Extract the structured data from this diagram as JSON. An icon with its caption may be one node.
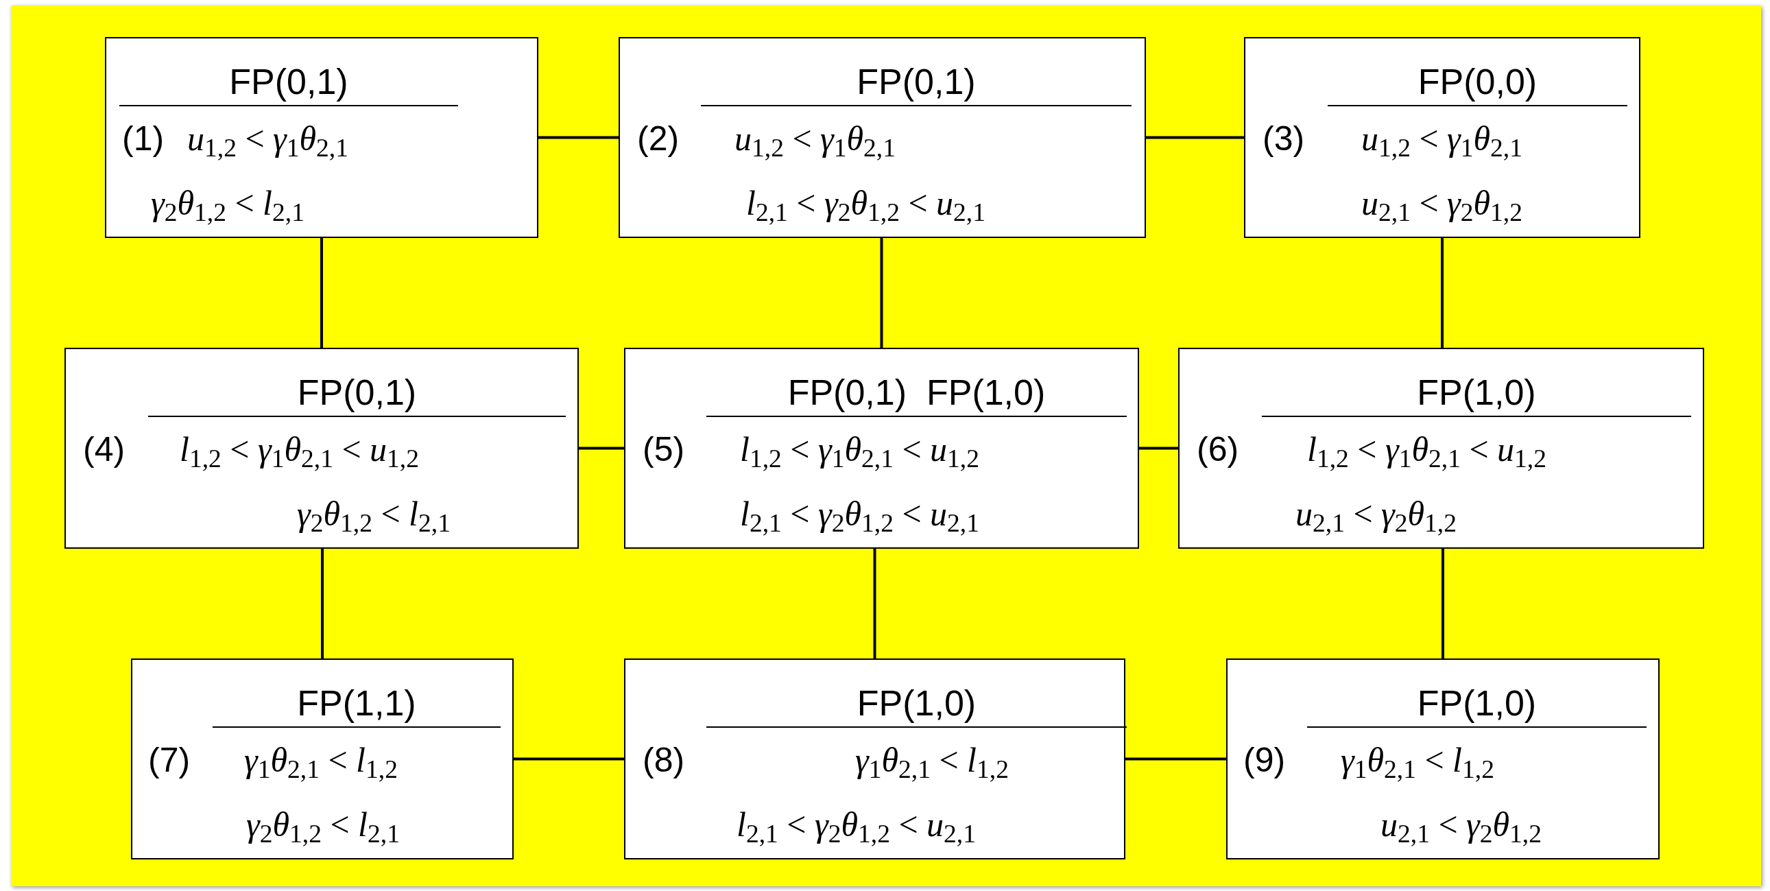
{
  "diagram": {
    "nodes": [
      {
        "text": [
          "(1)",
          "FP(0,1)",
          "*u*$_{1,2}$ < *γ*$_{1}$*θ*$_{2,1}$",
          "*γ*$_{2}$*θ*$_{1,2}$ < *l*$_{2,1}$"
        ]
      },
      {
        "text": [
          "(2)",
          "FP(0,1)",
          "*u*$_{1,2}$ < *γ*$_{1}$*θ*$_{2,1}$",
          "*l*$_{2,1}$ < *γ*$_{2}$*θ*$_{1,2}$ < *u*$_{2,1}$"
        ]
      },
      {
        "text": [
          "(3)",
          "FP(0,0)",
          "*u*$_{1,2}$ < *γ*$_{1}$*θ*$_{2,1}$",
          "*u*$_{2,1}$ < *γ*$_{2}$*θ*$_{1,2}$"
        ]
      },
      {
        "text": [
          "(4)",
          "FP(0,1)",
          "*l*$_{1,2}$ < *γ*$_{1}$*θ*$_{2,1}$ < *u*$_{1,2}$",
          "*γ*$_{2}$*θ*$_{1,2}$ < *l*$_{2,1}$"
        ]
      },
      {
        "text": [
          "(5)",
          "FP(0,1)  FP(1,0)",
          "*l*$_{1,2}$ < *γ*$_{1}$*θ*$_{2,1}$ < *u*$_{1,2}$",
          "*l*$_{2,1}$ < *γ*$_{2}$*θ*$_{1,2}$ < *u*$_{2,1}$"
        ]
      },
      {
        "text": [
          "(6)",
          "FP(1,0)",
          "*l*$_{1,2}$ < *γ*$_{1}$*θ*$_{2,1}$ < *u*$_{1,2}$",
          "*u*$_{2,1}$ < *γ*$_{2}$*θ*$_{1,2}$"
        ]
      },
      {
        "text": [
          "(7)",
          "FP(1,1)",
          "*γ*$_{1}$*θ*$_{2,1}$ < *l*$_{1,2}$",
          "*γ*$_{2}$*θ*$_{1,2}$ < *l*$_{2,1}$"
        ]
      },
      {
        "text": [
          "(8)",
          "FP(1,0)",
          "*γ*$_{1}$*θ*$_{2,1}$ < *l*$_{1,2}$",
          "*l*$_{2,1}$ < *γ*$_{2}$*θ*$_{1,2}$ < *u*$_{2,1}$"
        ]
      },
      {
        "text": [
          "(9)",
          "FP(1,0)",
          "*γ*$_{1}$*θ*$_{2,1}$ < *l*$_{1,2}$",
          "*u*$_{2,1}$ < *γ*$_{2}$*θ*$_{1,2}$"
        ]
      }
    ],
    "edges": [
      {
        "from": 0,
        "to": 1,
        "arrow": "none"
      },
      {
        "from": 1,
        "to": 2,
        "arrow": "none"
      },
      {
        "from": 0,
        "to": 3,
        "arrow": "none"
      },
      {
        "from": 1,
        "to": 4,
        "arrow": "none"
      },
      {
        "from": 2,
        "to": 5,
        "arrow": "none"
      },
      {
        "from": 3,
        "to": 4,
        "arrow": "none"
      },
      {
        "from": 4,
        "to": 5,
        "arrow": "none"
      },
      {
        "from": 3,
        "to": 6,
        "arrow": "none"
      },
      {
        "from": 4,
        "to": 7,
        "arrow": "none"
      },
      {
        "from": 5,
        "to": 8,
        "arrow": "none"
      },
      {
        "from": 6,
        "to": 7,
        "arrow": "none"
      },
      {
        "from": 7,
        "to": 8,
        "arrow": "none"
      }
    ]
  }
}
